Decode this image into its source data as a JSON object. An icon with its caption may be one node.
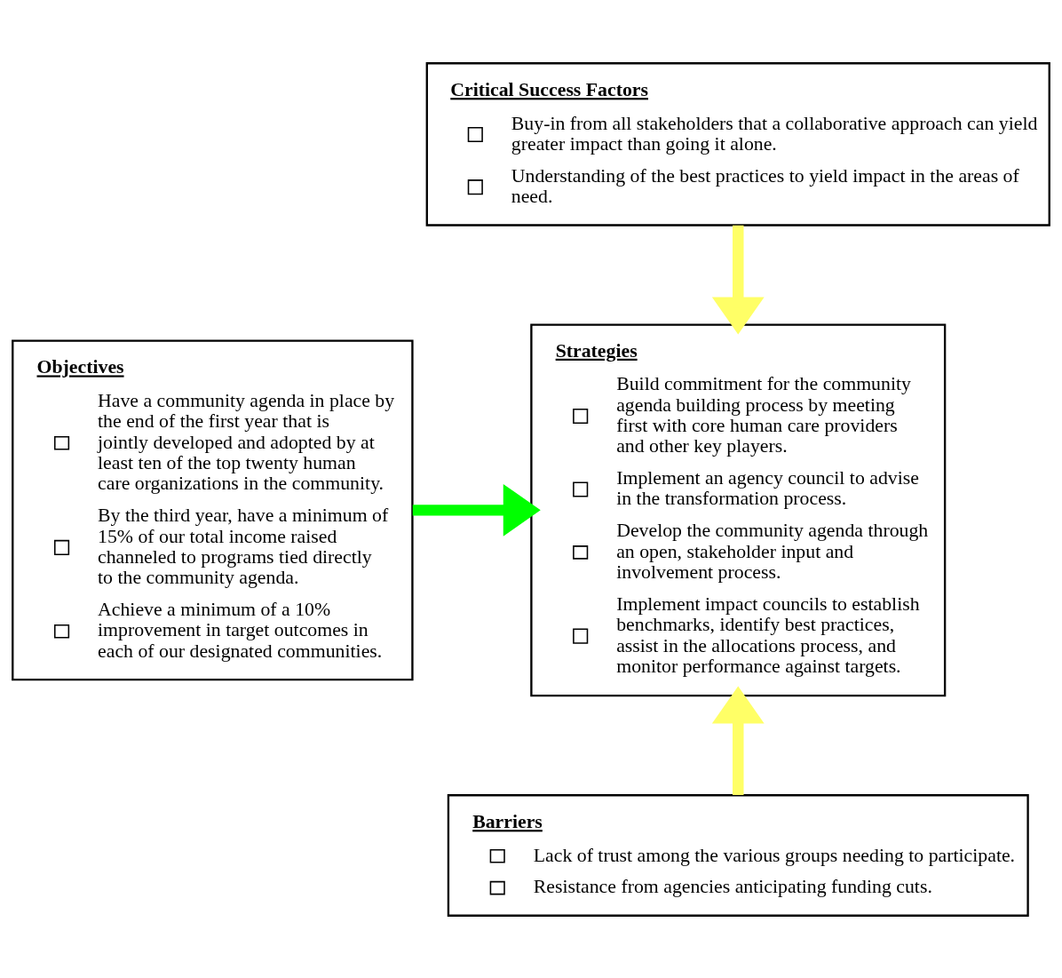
{
  "diagram": {
    "nodes": [
      {
        "text": [
          "Critical Success Factors",
          "Buy-in from all stakeholders that a collaborative approach can yield greater impact than going it alone.",
          "Understanding of the best practices to yield impact in the areas of need."
        ]
      },
      {
        "text": [
          "Objectives",
          "Have a community agenda in place by the end of the first year that is jointly developed and adopted by at least ten of the top twenty human care organizations in the community.",
          "By the third year, have a minimum of 15% of our total income raised channeled to programs tied directly to the community agenda.",
          "Achieve a minimum of a 10% improvement in target outcomes in each of our designated communities."
        ]
      },
      {
        "text": [
          "Strategies",
          "Build commitment for the community agenda building process by meeting first with core human care providers and other key players.",
          "Implement an agency council to advise in the transformation process.",
          "Develop the community agenda through an open, stakeholder input and involvement process.",
          "Implement impact councils to establish benchmarks, identify best practices, assist in the allocations process, and monitor performance against targets."
        ]
      },
      {
        "text": [
          "Barriers",
          "Lack of trust among the various groups needing to participate.",
          "Resistance from agencies anticipating funding cuts."
        ]
      }
    ],
    "edges": [
      {
        "from": 0,
        "to": 2,
        "arrow": "to"
      },
      {
        "from": 1,
        "to": 2,
        "arrow": "to",
        "color": "#00ff00"
      },
      {
        "from": 3,
        "to": 2,
        "arrow": "to"
      }
    ]
  }
}
